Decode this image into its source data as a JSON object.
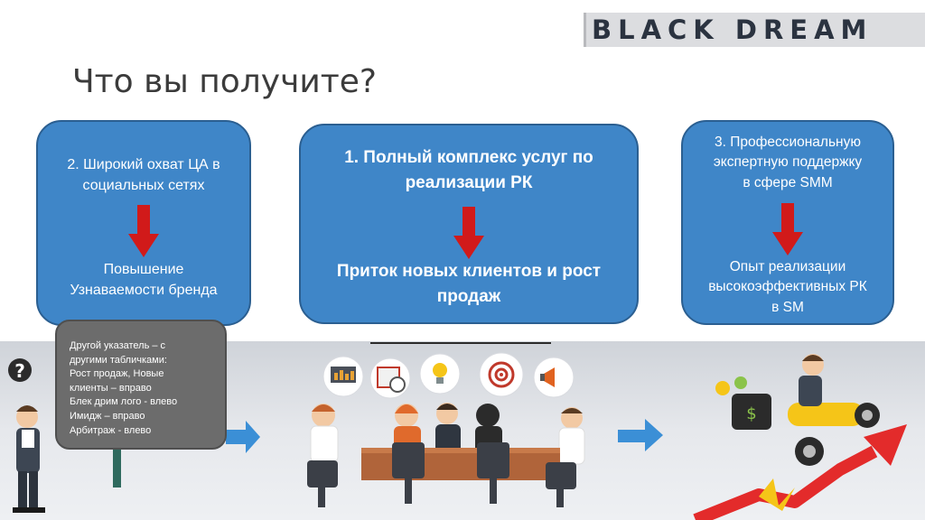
{
  "logo": {
    "text": "BLACK DREAM"
  },
  "title": "Что вы получите?",
  "box_left": {
    "top_lines": [
      "2. Широкий охват ЦА в",
      "социальных сетях"
    ],
    "bottom_lines": [
      "Повышение",
      "Узнаваемости бренда"
    ]
  },
  "box_center": {
    "top_lines": [
      "1. Полный комплекс услуг по",
      "реализации РК"
    ],
    "bottom_lines": [
      "Приток новых клиентов и рост",
      "продаж"
    ]
  },
  "box_right": {
    "top_lines": [
      "3. Профессиональную",
      "экспертную поддержку",
      "в сфере SMM"
    ],
    "bottom_lines": [
      "Опыт реализации",
      "высокоэффективных РК",
      "в SM"
    ]
  },
  "note": {
    "lines": [
      "Другой указатель – с",
      "другими табличками:",
      "Рост продаж, Новые",
      "клиенты – вправо",
      "Блек дрим лого - влево",
      " Имидж – вправо",
      "Арбитраж - влево"
    ]
  },
  "question_mark": "?",
  "icons": [
    "presentation-chart-icon",
    "calendar-clock-icon",
    "lightbulb-icon",
    "target-icon",
    "megaphone-icon"
  ],
  "colors": {
    "box_fill": "#3f86c8",
    "box_border": "#2b5f91",
    "arrow_red": "#d11a1a",
    "note_fill": "#6c6c6c",
    "growth_arrow": "#e32b2b"
  }
}
